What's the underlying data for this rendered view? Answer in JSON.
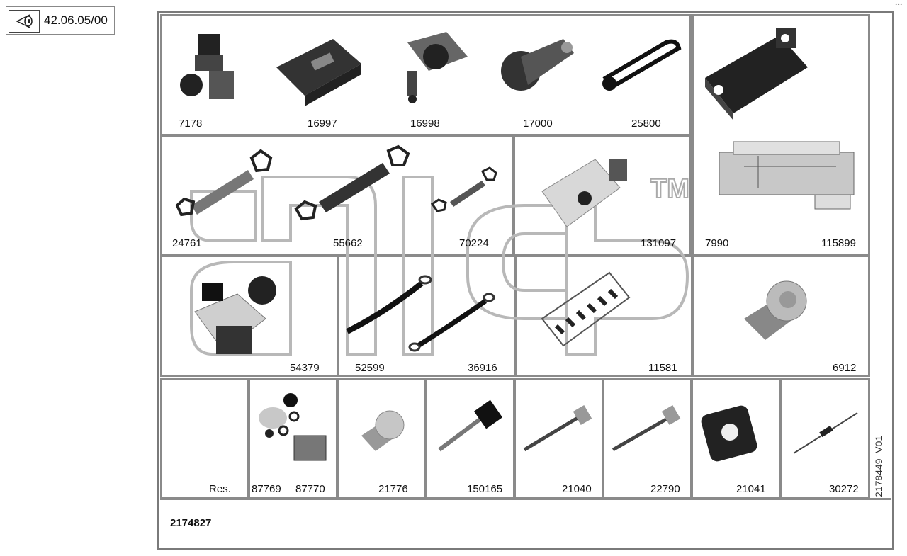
{
  "header": {
    "ref_code": "42.06.05/00"
  },
  "corner_mark": "▪▪▪",
  "side_code": "2178449_V01",
  "drawing_number": "2174827",
  "watermark_tm": "TM",
  "rows": {
    "row1": [
      "7178",
      "16997",
      "16998",
      "17000",
      "25800"
    ],
    "row2": [
      "24761",
      "55662",
      "70224",
      "131097",
      "7990",
      "115899"
    ],
    "row3": [
      "54379",
      "52599",
      "36916",
      "11581",
      "6912"
    ],
    "row4": [
      "Res.",
      "87769",
      "87770",
      "21776",
      "150165",
      "21040",
      "22790",
      "21041",
      "30272"
    ]
  }
}
